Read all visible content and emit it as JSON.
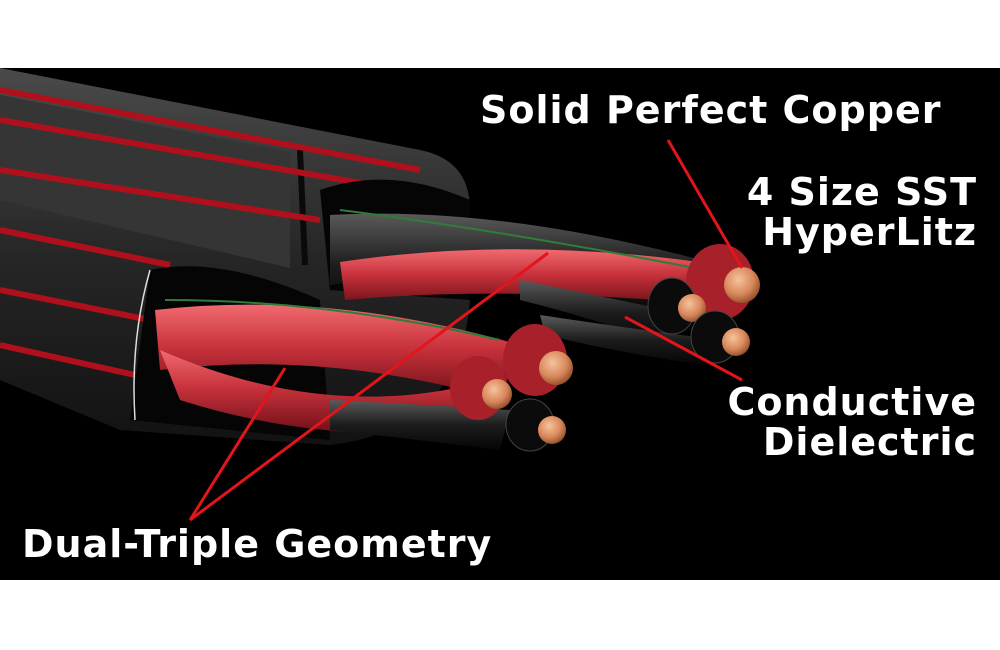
{
  "labels": {
    "solid_copper": "Solid Perfect Copper",
    "sst_line1": "4 Size SST",
    "sst_line2": "HyperLitz",
    "dielectric_line1": "Conductive",
    "dielectric_line2": "Dielectric",
    "geometry": "Dual-Triple Geometry"
  },
  "colors": {
    "background": "#000000",
    "page": "#ffffff",
    "jacket": "#2b2b2b",
    "stripe": "#b0101c",
    "conductor_red": "#c8323c",
    "copper": "#d8865a",
    "leader_line": "#e3141c",
    "label_text": "#ffffff"
  }
}
